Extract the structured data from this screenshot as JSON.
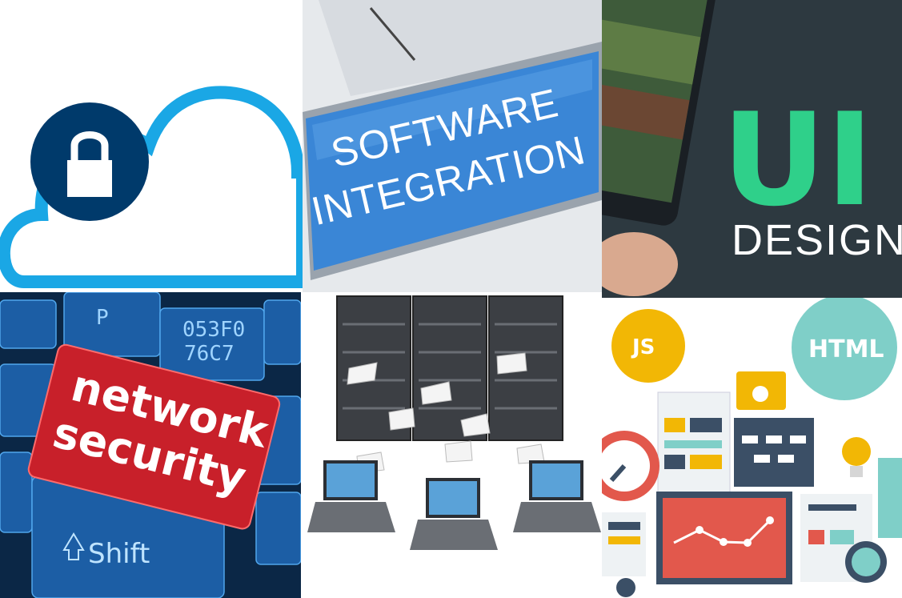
{
  "tiles": {
    "cloud_security": {
      "icon": "cloud-lock-icon"
    },
    "software_integration": {
      "line1": "SOFTWARE",
      "line2": "INTEGRATION"
    },
    "ui_design": {
      "big": "UI",
      "small": "DESIGN"
    },
    "network_security": {
      "line1": "network",
      "line2": "security",
      "shift_key": "Shift",
      "key_p": "P",
      "key_code1": "053F0",
      "key_code2": "76C7"
    },
    "server_network": {
      "icon": "server-rack-icon"
    },
    "web_development": {
      "badge_js": "JS",
      "badge_html": "HTML"
    }
  },
  "colors": {
    "cloud_blue": "#1aa7e5",
    "lock_navy": "#003a6b",
    "key_blue": "#3b7fcf",
    "ui_green": "#2fd08a",
    "net_red": "#c8202a",
    "js_yellow": "#f2b705",
    "html_teal": "#7fcfc8"
  }
}
